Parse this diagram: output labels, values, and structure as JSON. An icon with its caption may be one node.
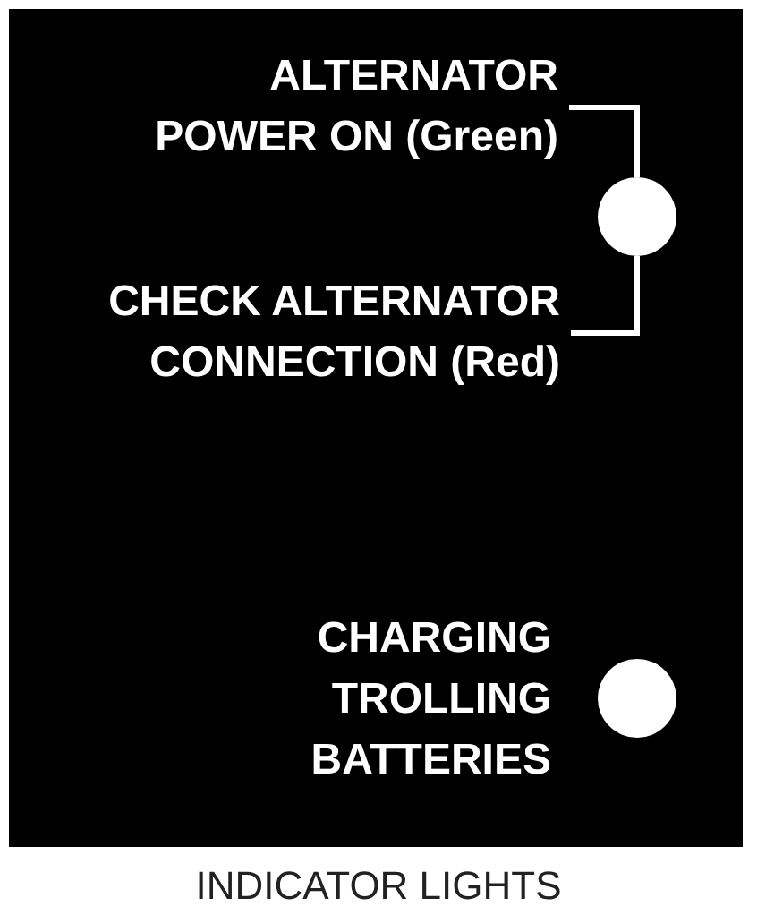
{
  "diagram": {
    "caption": "INDICATOR LIGHTS",
    "nodes": [
      {
        "text": [],
        "shape": "box"
      },
      {
        "text": [
          "ALTERNATOR POWER ON (Green)"
        ],
        "in": 0
      },
      {
        "text": [
          "CHECK ALTERNATOR CONNECTION (Red)"
        ],
        "in": 0
      },
      {
        "text": [],
        "shape": "circle",
        "in": 0
      },
      {
        "text": [],
        "shape": "circle",
        "in": 0,
        "beside": [
          "CHARGING TROLLING BATTERIES"
        ]
      }
    ],
    "edges": [
      {
        "from": 1,
        "to": 3,
        "arrow": "none"
      },
      {
        "from": 2,
        "to": 3,
        "arrow": "none"
      }
    ]
  }
}
